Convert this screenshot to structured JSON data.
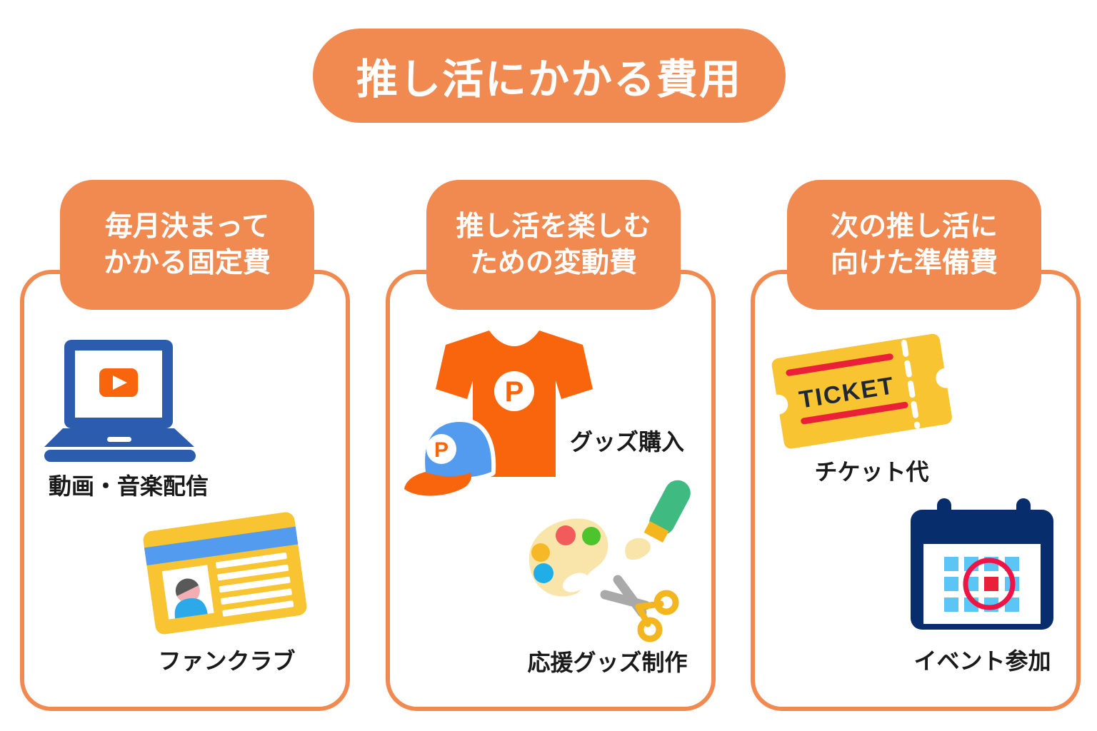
{
  "title": {
    "text": "推し活にかかる費用"
  },
  "columns": [
    {
      "header": {
        "line1": "毎月決まって",
        "line2": "かかる固定費"
      },
      "items": [
        {
          "icon": "laptop-video-icon",
          "label": "動画・音楽配信"
        },
        {
          "icon": "fanclub-card-icon",
          "label": "ファンクラブ"
        }
      ]
    },
    {
      "header": {
        "line1": "推し活を楽しむ",
        "line2": "ための変動費"
      },
      "items": [
        {
          "icon": "goods-tshirt-cap-icon",
          "label": "グッズ購入"
        },
        {
          "icon": "craft-tools-icon",
          "label": "応援グッズ制作"
        }
      ]
    },
    {
      "header": {
        "line1": "次の推し活に",
        "line2": "向けた準備費"
      },
      "items": [
        {
          "icon": "ticket-icon",
          "label": "チケット代"
        },
        {
          "icon": "calendar-event-icon",
          "label": "イベント参加"
        }
      ]
    }
  ],
  "icon_text": {
    "ticket": "TICKET",
    "shirt_monogram": "P",
    "cap_monogram": "P"
  },
  "colors": {
    "accent_orange": "#F18A51",
    "vivid_orange": "#F8650C",
    "laptop_blue": "#2B5CAD",
    "card_yellow": "#F8C432",
    "sky_blue": "#539BEF",
    "person_cyan": "#2BA9E9",
    "calendar_navy": "#082D6D",
    "calendar_cyan": "#5BC6F5",
    "red": "#EA1F38",
    "circle_red": "#EE1546",
    "brush_green": "#3FBA80",
    "text_black": "#1A1A1A"
  }
}
